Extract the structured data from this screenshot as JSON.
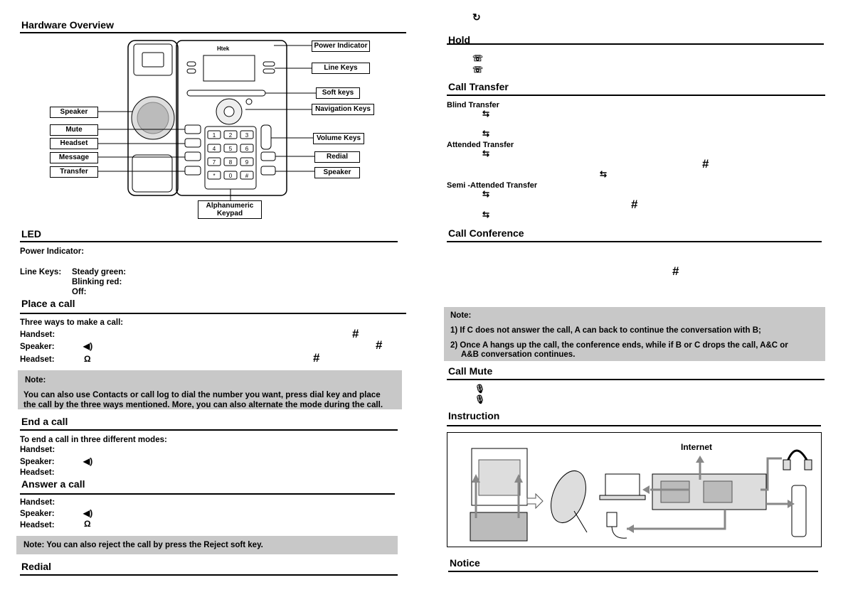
{
  "left": {
    "hardware": {
      "title": "Hardware Overview",
      "brand": "Htek",
      "callouts_left": [
        "Speaker",
        "Mute",
        "Headset",
        "Message",
        "Transfer"
      ],
      "callouts_right": [
        "Power Indicator",
        "Line Keys",
        "Soft keys",
        "Navigation Keys",
        "Volume Keys",
        "Redial",
        "Speaker"
      ],
      "callout_bottom": [
        "Alphanumeric",
        "Keypad"
      ],
      "keypad": [
        "1",
        "2",
        "3",
        "4",
        "5",
        "6",
        "7",
        "8",
        "9",
        "*",
        "0",
        "#"
      ]
    },
    "led": {
      "title": "LED",
      "power_label": "Power Indicator:",
      "line_keys_label": "Line Keys:",
      "states": [
        "Steady green:",
        "Blinking red:",
        "Off:"
      ]
    },
    "place": {
      "title": "Place a call",
      "intro": "Three ways to make a call:",
      "rows": [
        "Handset:",
        "Speaker:",
        "Headset:"
      ],
      "note_title": "Note:",
      "note_text_1": "You can also use Contacts or call log to dial the number you want, press dial key and place",
      "note_text_2": "the call by the three ways mentioned. More, you can also alternate the mode during the call."
    },
    "end": {
      "title": "End a call",
      "intro": "To end a call in three different modes:",
      "rows": [
        "Handset:",
        "Speaker:",
        "Headset:"
      ]
    },
    "answer": {
      "title": "Answer a call",
      "rows": [
        "Handset:",
        "Speaker:",
        "Headset:"
      ],
      "note": "Note: You can also reject the call by press the Reject soft key."
    },
    "redial": {
      "title": "Redial"
    }
  },
  "right": {
    "hold": {
      "title": "Hold"
    },
    "transfer": {
      "title": "Call Transfer",
      "blind": "Blind Transfer",
      "attended": "Attended Transfer",
      "semi": "Semi -Attended Transfer"
    },
    "conference": {
      "title": "Call Conference",
      "note_title": "Note:",
      "note_1": "1) If C does not answer the call, A can back to continue the conversation with B;",
      "note_2a": "2) Once A hangs up the call, the conference ends, while if B or C drops the call, A&C or",
      "note_2b": "A&B conversation continues."
    },
    "mute": {
      "title": "Call Mute"
    },
    "instruction": {
      "title": "Instruction",
      "internet": "Internet"
    },
    "notice": {
      "title": "Notice"
    }
  },
  "glyphs": {
    "hash": "#",
    "transfer": "⇆"
  }
}
